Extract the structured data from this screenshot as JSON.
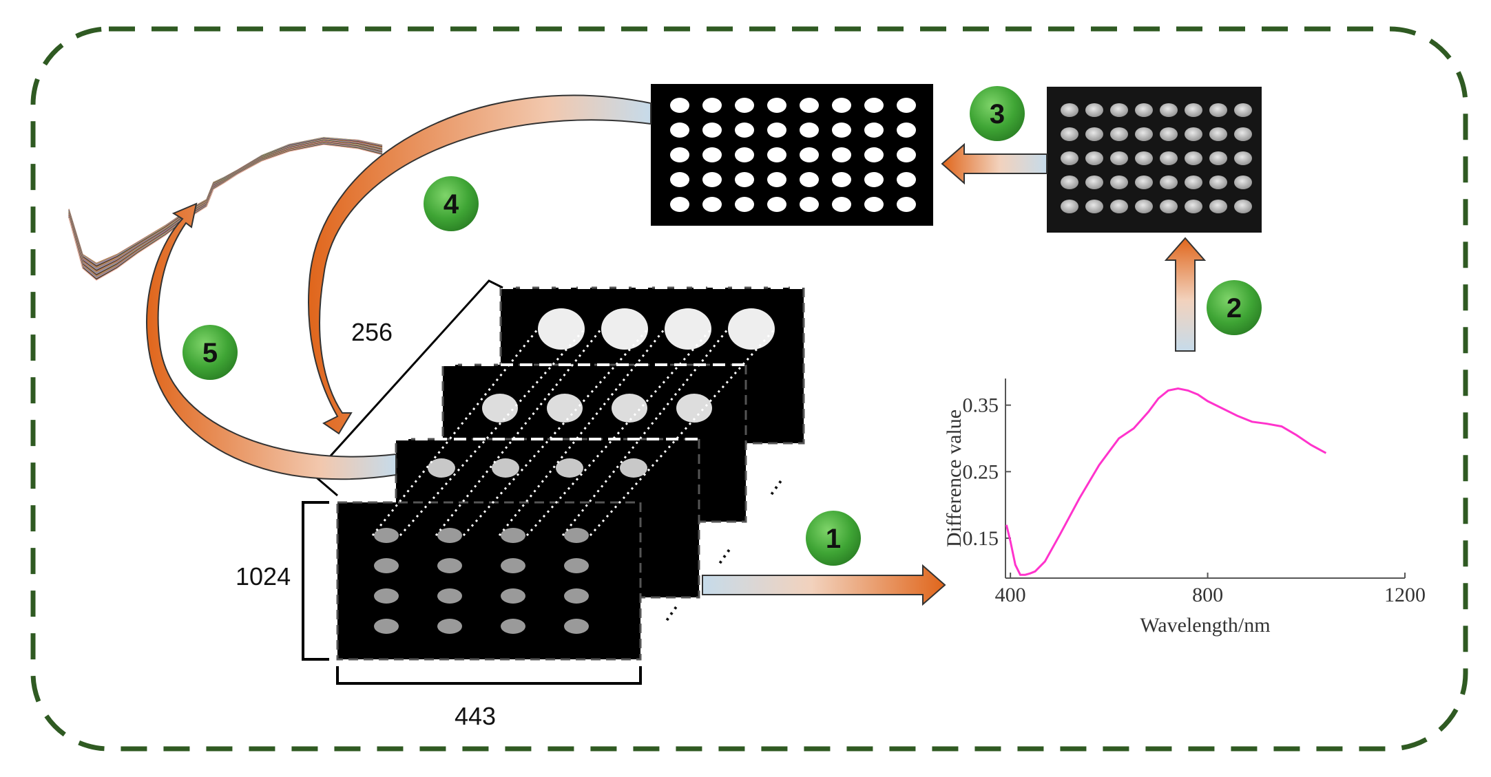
{
  "colors": {
    "frame": "#2f5a22",
    "step_circle": "#3fa535",
    "arrow_orange": "#e0661c",
    "arrow_blue": "#c6dbea",
    "curve": "#ff33cc",
    "panel": "#000000",
    "spot_gray": "#8a8a8a",
    "spot_light": "#e6e6e6"
  },
  "steps": [
    "1",
    "2",
    "3",
    "4",
    "5"
  ],
  "dimensions": {
    "spatial_x": "443",
    "spatial_y": "1024",
    "bands": "256"
  },
  "icons": [
    "spectra-bundle-icon",
    "grain-plate-gray-icon",
    "grain-plate-binary-icon",
    "hypercube-icon"
  ],
  "chart_data": {
    "type": "line",
    "xlabel": "Wavelength/nm",
    "ylabel": "Difference value",
    "xlim": [
      390,
      1200
    ],
    "ylim": [
      0.09,
      0.39
    ],
    "x_ticks": [
      "400",
      "800",
      "1200"
    ],
    "y_ticks": [
      "0.15",
      "0.25",
      "0.35"
    ],
    "series": [
      {
        "x": [
          392,
          400,
          410,
          420,
          430,
          440,
          450,
          470,
          500,
          540,
          580,
          620,
          650,
          680,
          700,
          720,
          740,
          760,
          780,
          800,
          830,
          860,
          890,
          920,
          950,
          980,
          1010,
          1040
        ],
        "values": [
          0.17,
          0.145,
          0.11,
          0.095,
          0.095,
          0.097,
          0.1,
          0.115,
          0.155,
          0.21,
          0.26,
          0.3,
          0.315,
          0.34,
          0.36,
          0.372,
          0.375,
          0.372,
          0.366,
          0.356,
          0.345,
          0.334,
          0.325,
          0.322,
          0.318,
          0.305,
          0.29,
          0.278
        ]
      }
    ]
  }
}
